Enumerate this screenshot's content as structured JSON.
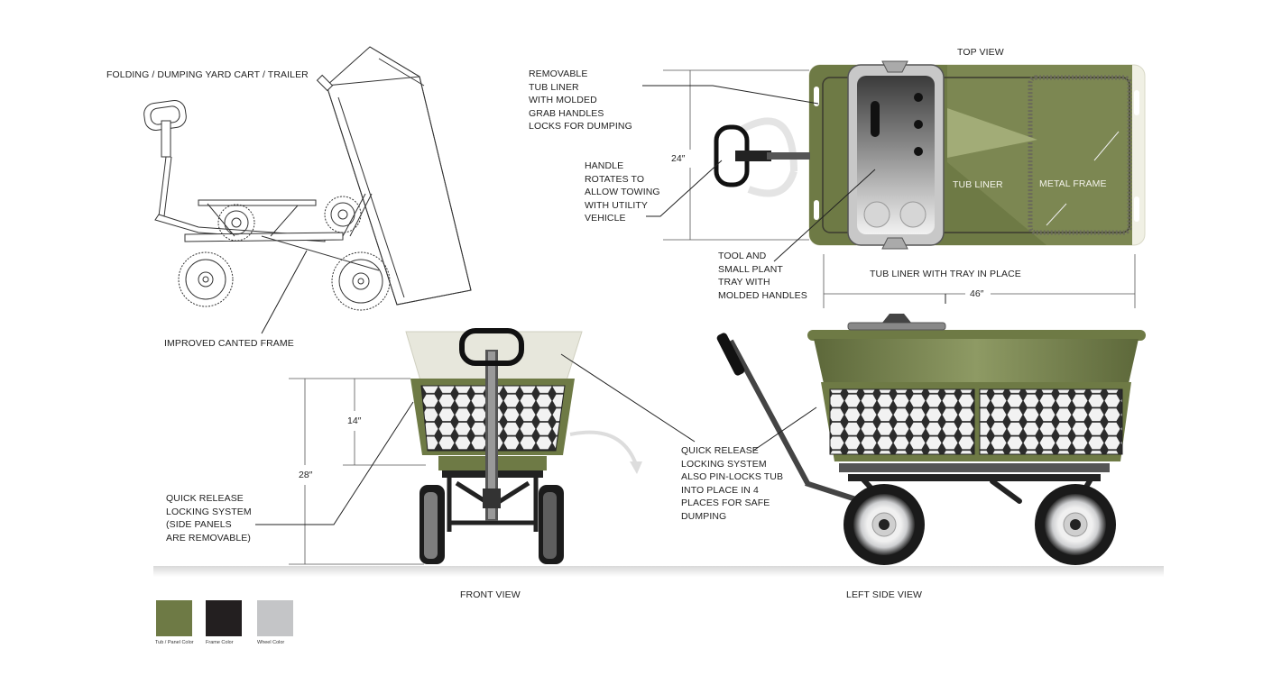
{
  "title": "FOLDING / DUMPING YARD CART / TRAILER",
  "views": {
    "top": "TOP VIEW",
    "front": "FRONT VIEW",
    "left_side": "LEFT SIDE VIEW"
  },
  "callouts": {
    "improved_frame": "IMPROVED CANTED FRAME",
    "removable_liner": "REMOVABLE\nTUB LINER\nWITH MOLDED\nGRAB HANDLES\nLOCKS FOR DUMPING",
    "handle_rotates": "HANDLE\nROTATES TO\nALLOW TOWING\nWITH UTILITY\nVEHICLE",
    "tool_tray": "TOOL AND\nSMALL PLANT\nTRAY WITH\nMOLDED HANDLES",
    "tub_liner": "TUB LINER",
    "metal_frame": "METAL FRAME",
    "liner_with_tray": "TUB LINER WITH TRAY IN PLACE",
    "quick_release_front": "QUICK RELEASE\nLOCKING SYSTEM\n(SIDE PANELS\nARE REMOVABLE)",
    "quick_release_side": "QUICK RELEASE\nLOCKING SYSTEM\nALSO PIN-LOCKS TUB\nINTO PLACE IN 4\nPLACES FOR SAFE\nDUMPING"
  },
  "dimensions": {
    "width": "24″",
    "length": "46″",
    "panel_height": "14″",
    "total_height": "28″"
  },
  "swatches": [
    {
      "label": "Tub / Panel Color",
      "color": "#6e7a45"
    },
    {
      "label": "Frame Color",
      "color": "#231f20"
    },
    {
      "label": "Wheel Color",
      "color": "#c4c5c7"
    }
  ]
}
